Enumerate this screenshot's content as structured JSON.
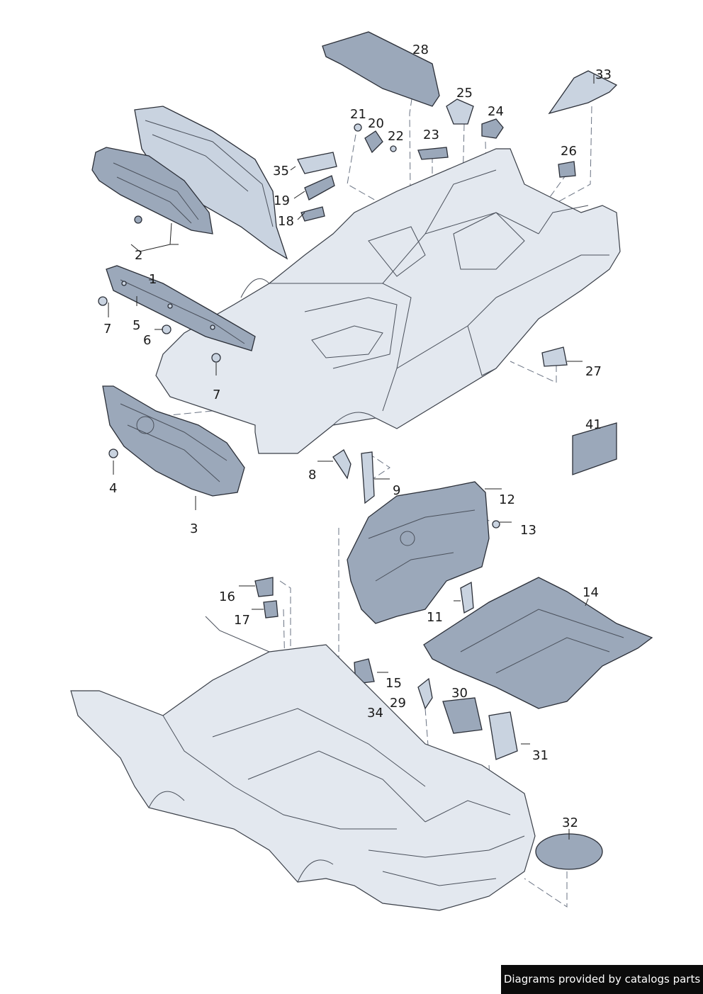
{
  "callouts": [
    "1",
    "2",
    "3",
    "4",
    "5",
    "6",
    "7",
    "7",
    "8",
    "9",
    "11",
    "12",
    "13",
    "14",
    "15",
    "16",
    "17",
    "18",
    "19",
    "20",
    "21",
    "22",
    "23",
    "24",
    "25",
    "26",
    "27",
    "28",
    "29",
    "30",
    "31",
    "32",
    "33",
    "34",
    "35",
    "41"
  ],
  "footer": "Diagrams provided by catalogs parts"
}
